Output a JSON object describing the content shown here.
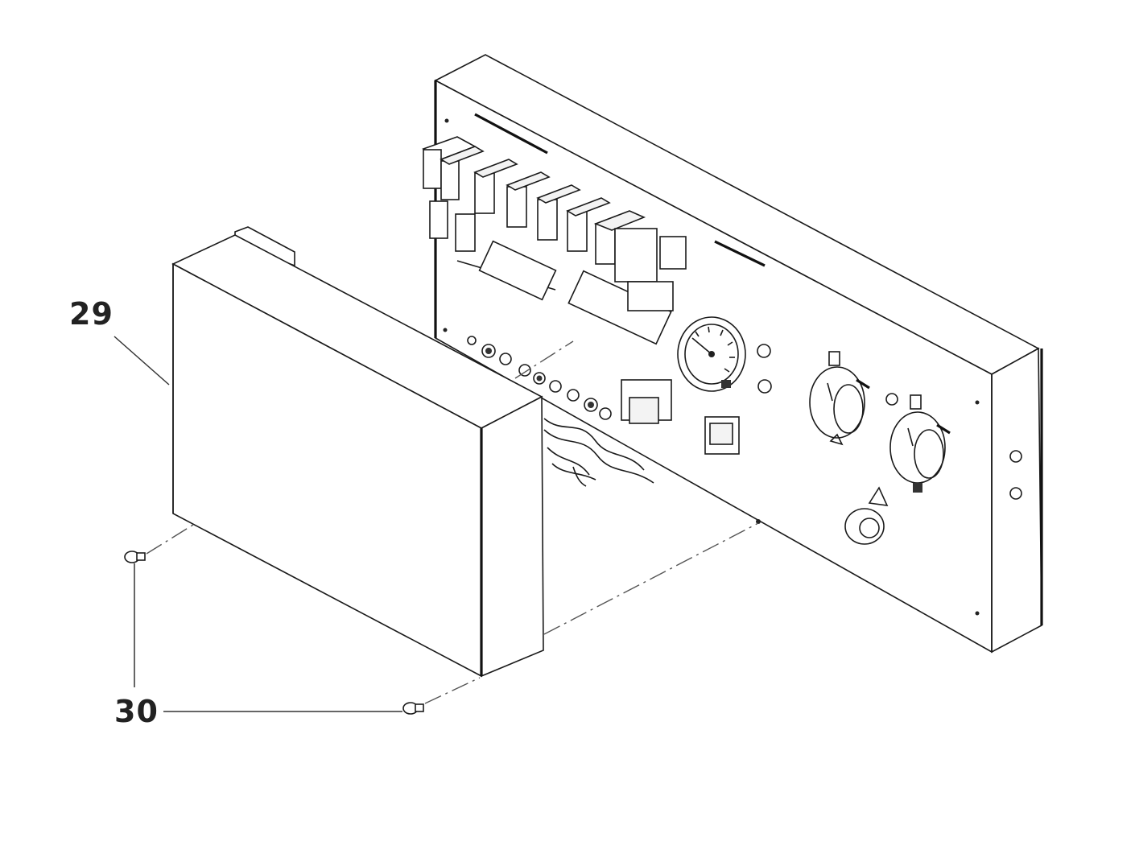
{
  "diagram": {
    "parts": [
      {
        "callout": "29",
        "name": "cover"
      },
      {
        "callout": "30",
        "name": "screw"
      }
    ]
  },
  "colors": {
    "line": "#1a1a1a",
    "background": "#ffffff",
    "label": "#222222"
  }
}
